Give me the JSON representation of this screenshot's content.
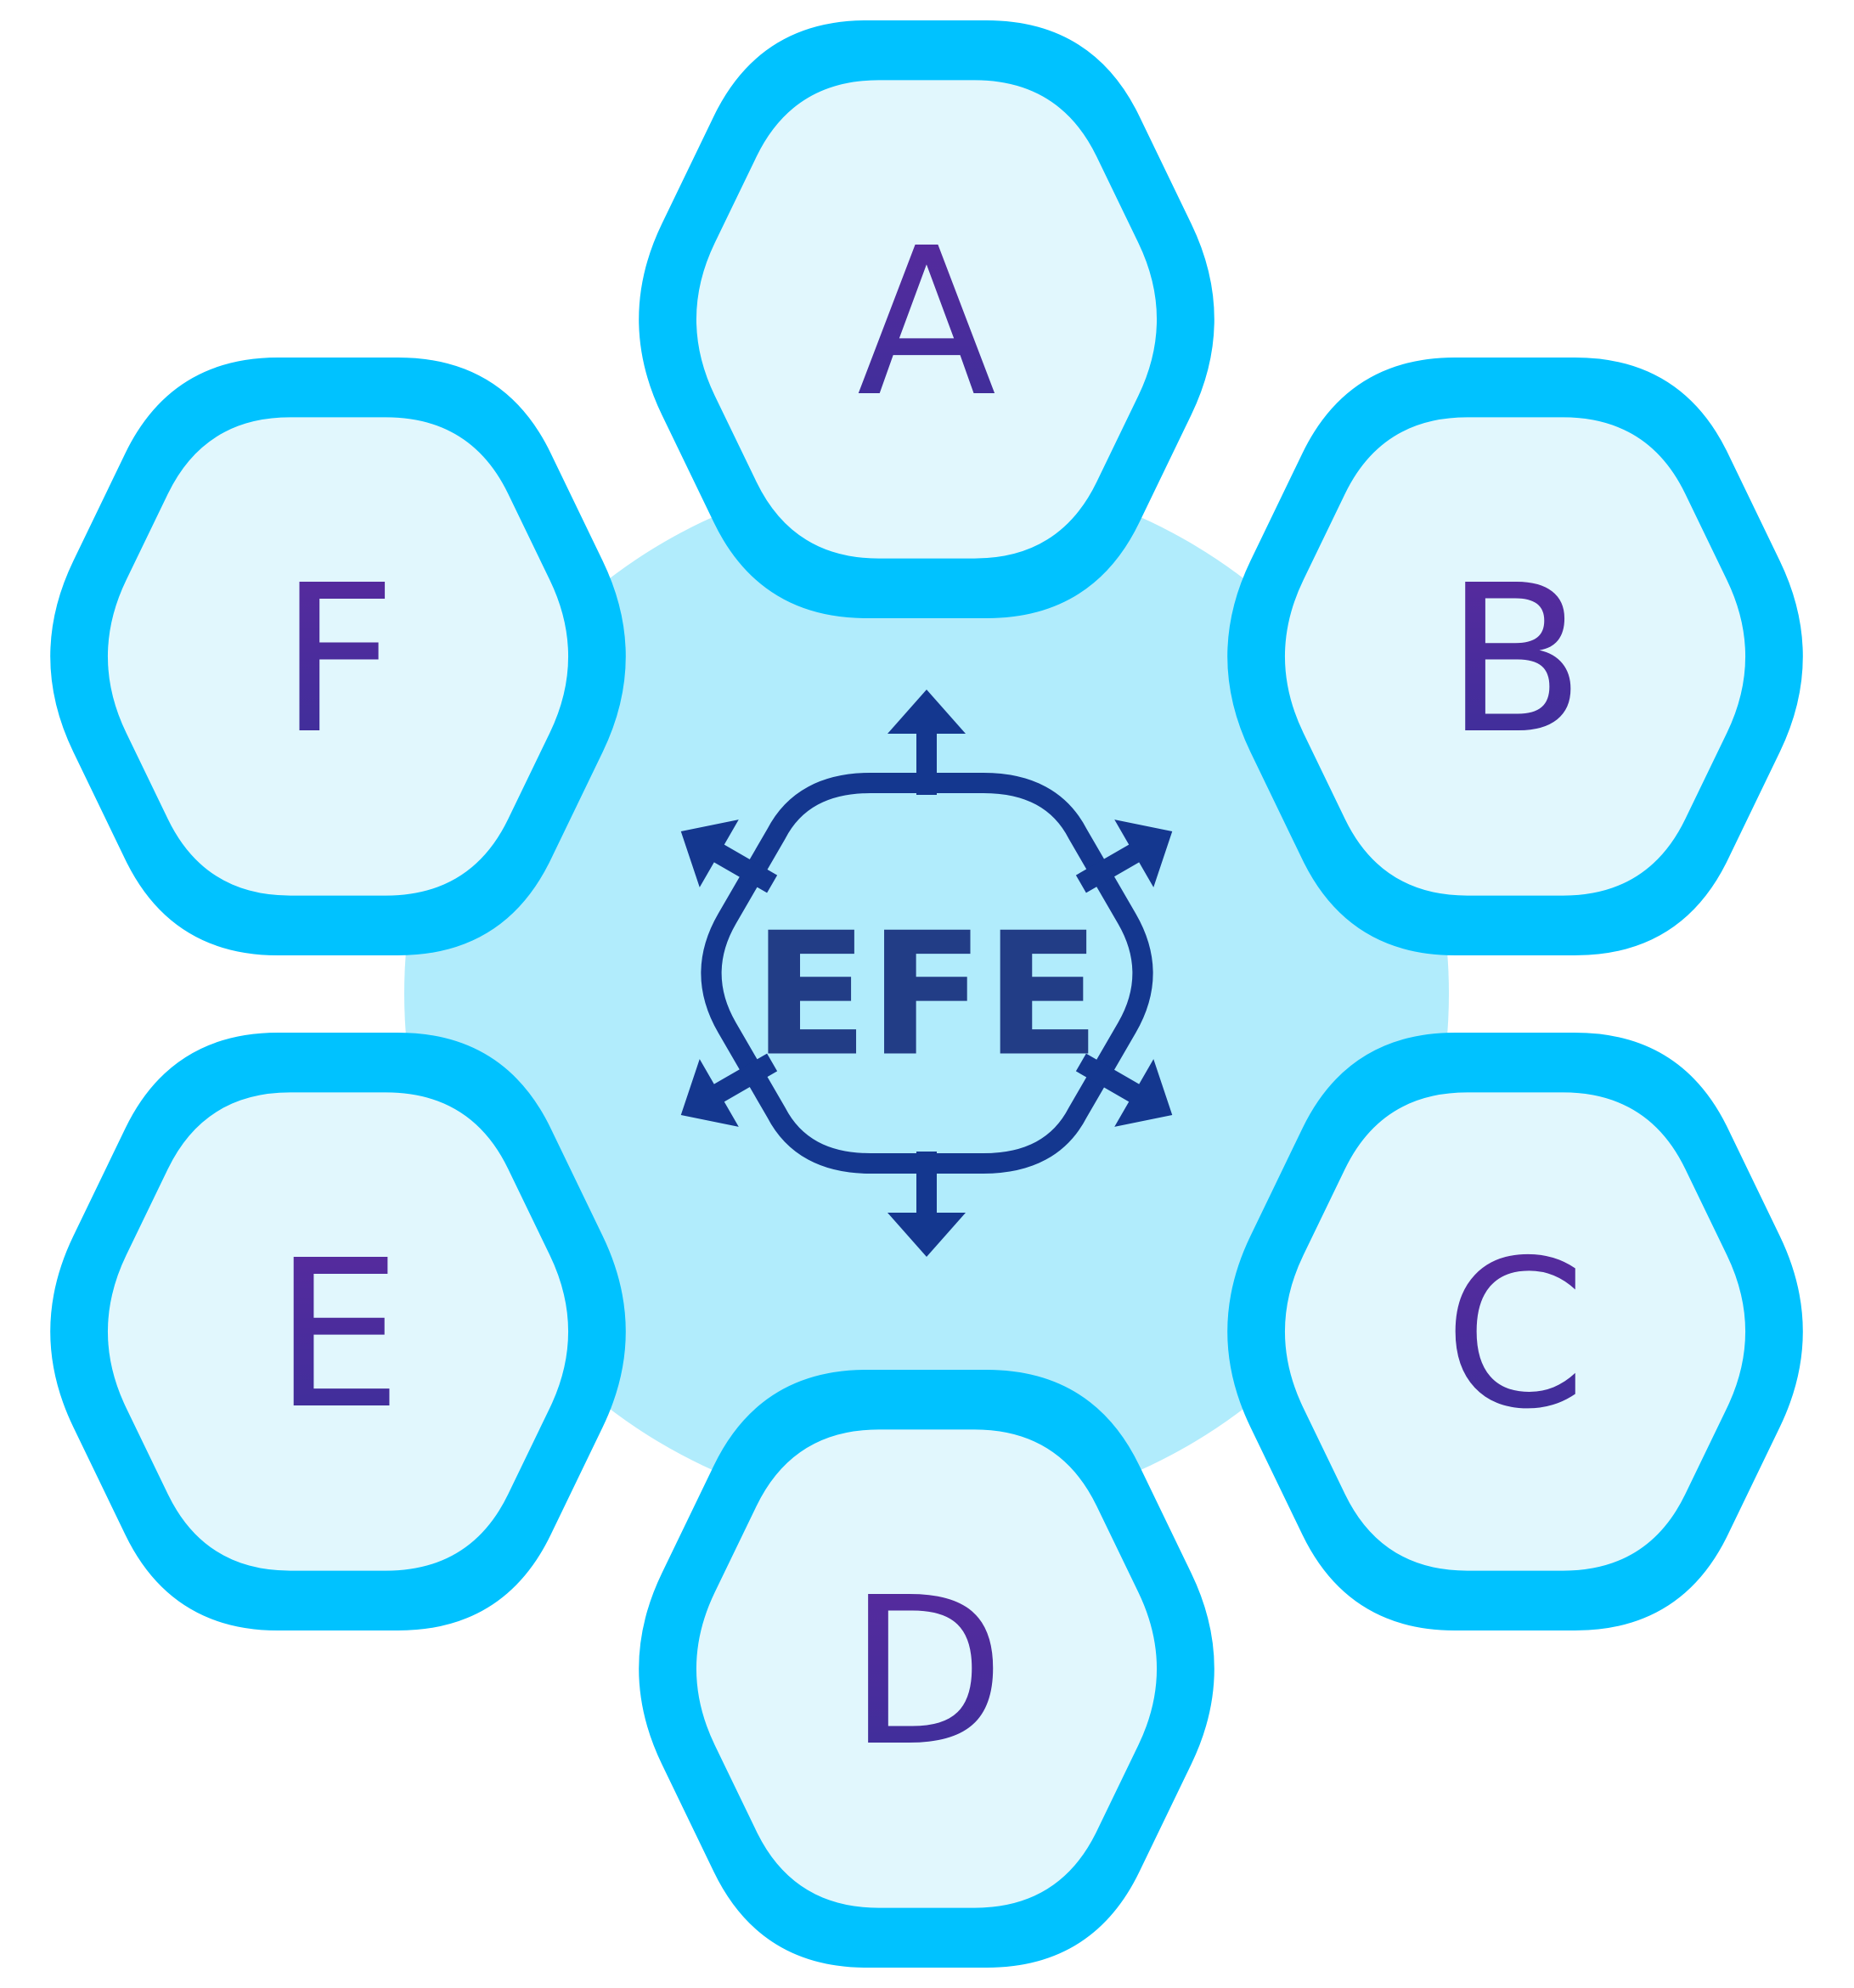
{
  "diagram": {
    "center_logo": "EFE",
    "nodes": [
      {
        "id": "A",
        "label": "A"
      },
      {
        "id": "B",
        "label": "B"
      },
      {
        "id": "C",
        "label": "C"
      },
      {
        "id": "D",
        "label": "D"
      },
      {
        "id": "E",
        "label": "E"
      },
      {
        "id": "F",
        "label": "F"
      }
    ]
  },
  "colors": {
    "hex_border": "#00C2FF",
    "hex_fill": "#E1F7FD",
    "center_bg": "#B1ECFC",
    "center_stroke": "#14378F",
    "logo": "#223D86",
    "letter_top": "#5A2A9E",
    "letter_bottom": "#3B2F9A"
  }
}
